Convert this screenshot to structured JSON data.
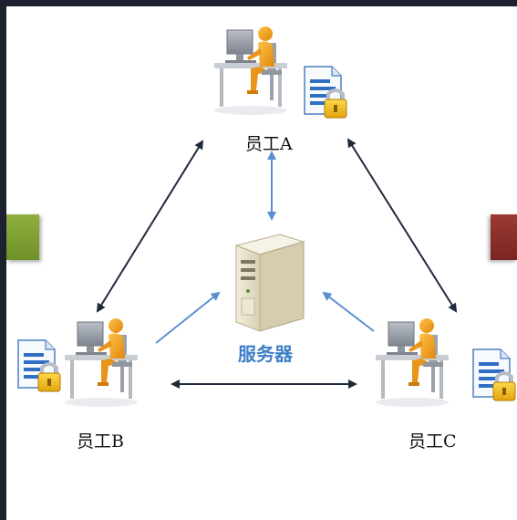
{
  "nodes": {
    "employee_a": {
      "label": "员工A"
    },
    "employee_b": {
      "label": "员工B"
    },
    "employee_c": {
      "label": "员工C"
    },
    "server": {
      "label": "服务器"
    }
  },
  "colors": {
    "background": "#1c2230",
    "arrow_dark": "#1e2a3c",
    "arrow_blue": "#5b8fcf",
    "side_green": "#7ea034",
    "side_red": "#8c2e2a",
    "person_orange": "#f4a21c",
    "server_label": "#3f7fc6"
  },
  "icons": [
    "person-at-computer-icon",
    "locked-document-icon",
    "server-tower-icon",
    "padlock-icon"
  ]
}
